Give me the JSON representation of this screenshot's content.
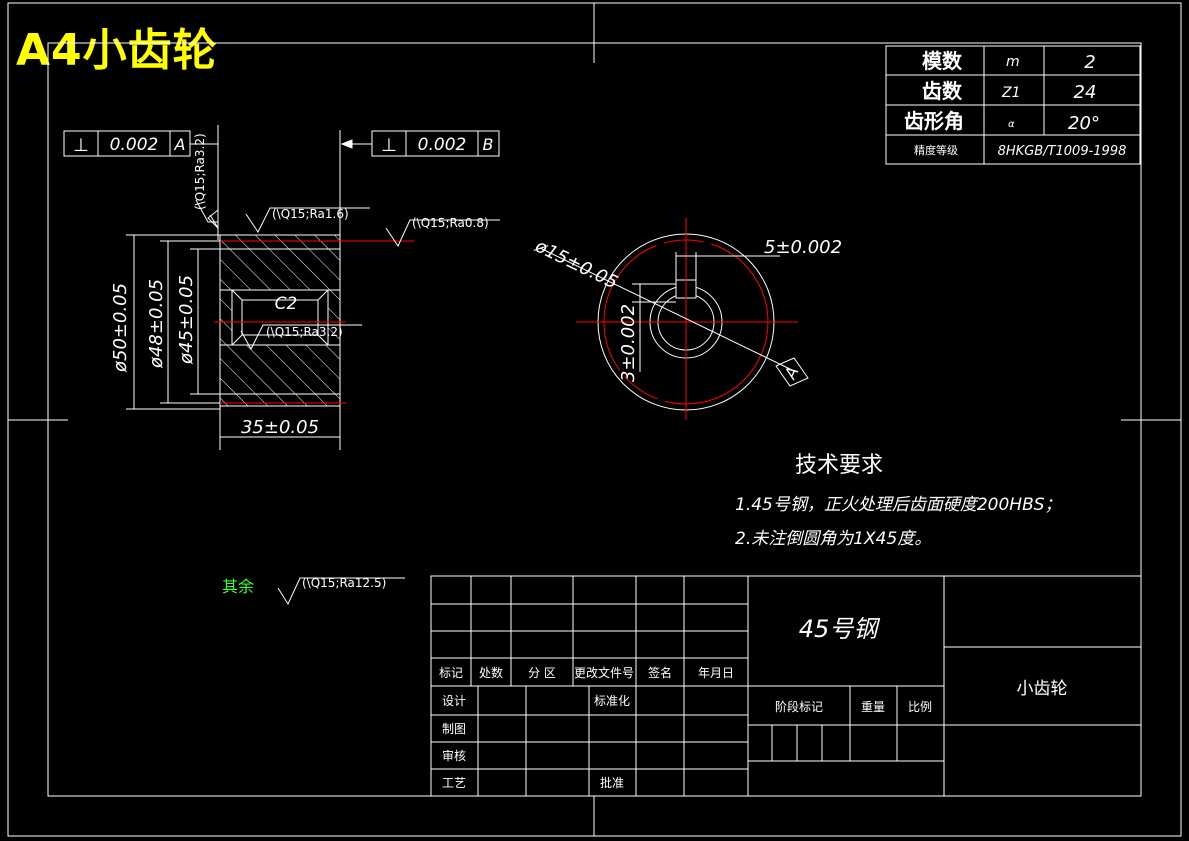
{
  "title": "A4小齿轮",
  "params_table": [
    {
      "label": "模数",
      "symbol": "m",
      "value": "2"
    },
    {
      "label": "齿数",
      "symbol": "Z1",
      "value": "24"
    },
    {
      "label": "齿形角",
      "symbol": "α",
      "value": "20°"
    },
    {
      "label": "精度等级",
      "value": "8HKGB/T1009-1998"
    }
  ],
  "tolerance_frames": [
    {
      "symbol": "⊥",
      "value": "0.002",
      "datum": "A"
    },
    {
      "symbol": "⊥",
      "value": "0.002",
      "datum": "B"
    }
  ],
  "roughness": {
    "side_a": "(\\Q15;Ra3.2)",
    "top": "(\\Q15;Ra1.6)",
    "right_top": "(\\Q15;Ra0.8)",
    "bore": "(\\Q15;Ra3.2)",
    "rest": "(\\Q15;Ra12.5)"
  },
  "dimensions": {
    "d50": "ø50±0.05",
    "d48": "ø48±0.05",
    "d45": "ø45±0.05",
    "width": "35±0.05",
    "chamfer": "C2",
    "bore": "ø15±0.05",
    "keyway_w": "5±0.002",
    "keyway_d": "3±0.002",
    "datum_label": "A"
  },
  "tech_requirements": {
    "title": "技术要求",
    "lines": [
      "1.45号钢，正火处理后齿面硬度200HBS；",
      "2.未注倒圆角为1X45度。"
    ]
  },
  "rest_label": "其余",
  "title_block": {
    "material": "45号钢",
    "part_name": "小齿轮",
    "row_labels": [
      "标记",
      "处数",
      "分  区",
      "更改文件号",
      "签名",
      "年月日"
    ],
    "left_labels": [
      "设计",
      "制图",
      "审核",
      "工艺"
    ],
    "standardize": "标准化",
    "approve": "批准",
    "stage_mark": "阶段标记",
    "weight": "重量",
    "scale": "比例"
  },
  "colors": {
    "line": "#ffffff",
    "red": "#ff0000",
    "title": "#ffff00",
    "green": "#33ff33"
  }
}
